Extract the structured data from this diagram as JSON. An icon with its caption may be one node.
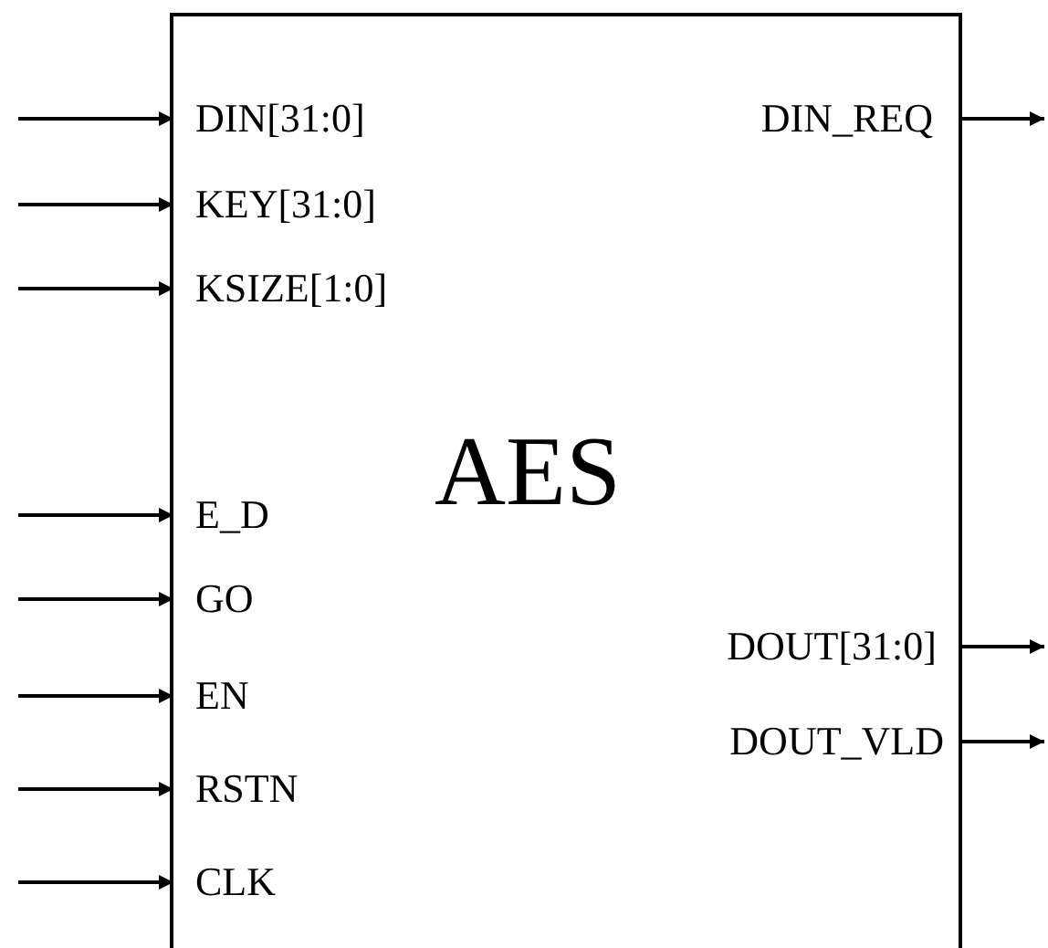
{
  "diagram": {
    "nodes": [
      {
        "text": [
          "AES"
        ]
      },
      {
        "text": [
          "DIN[31:0]"
        ],
        "in": 0
      },
      {
        "text": [
          "KEY[31:0]"
        ],
        "in": 0
      },
      {
        "text": [
          "KSIZE[1:0]"
        ],
        "in": 0
      },
      {
        "text": [
          "E_D"
        ],
        "in": 0
      },
      {
        "text": [
          "GO"
        ],
        "in": 0
      },
      {
        "text": [
          "EN"
        ],
        "in": 0
      },
      {
        "text": [
          "RSTN"
        ],
        "in": 0
      },
      {
        "text": [
          "CLK"
        ],
        "in": 0
      },
      {
        "text": [
          "DIN_REQ"
        ],
        "in": 0
      },
      {
        "text": [
          "DOUT[31:0]"
        ],
        "in": 0
      },
      {
        "text": [
          "DOUT_VLD"
        ],
        "in": 0
      }
    ],
    "edges": [
      {
        "from": null,
        "to": 1,
        "arrow": "to"
      },
      {
        "from": null,
        "to": 2,
        "arrow": "to"
      },
      {
        "from": null,
        "to": 3,
        "arrow": "to"
      },
      {
        "from": null,
        "to": 4,
        "arrow": "to"
      },
      {
        "from": null,
        "to": 5,
        "arrow": "to"
      },
      {
        "from": null,
        "to": 6,
        "arrow": "to"
      },
      {
        "from": null,
        "to": 7,
        "arrow": "to"
      },
      {
        "from": null,
        "to": 8,
        "arrow": "to"
      },
      {
        "from": 9,
        "to": null,
        "arrow": "to"
      },
      {
        "from": 10,
        "to": null,
        "arrow": "to"
      },
      {
        "from": 11,
        "to": null,
        "arrow": "to"
      }
    ]
  }
}
